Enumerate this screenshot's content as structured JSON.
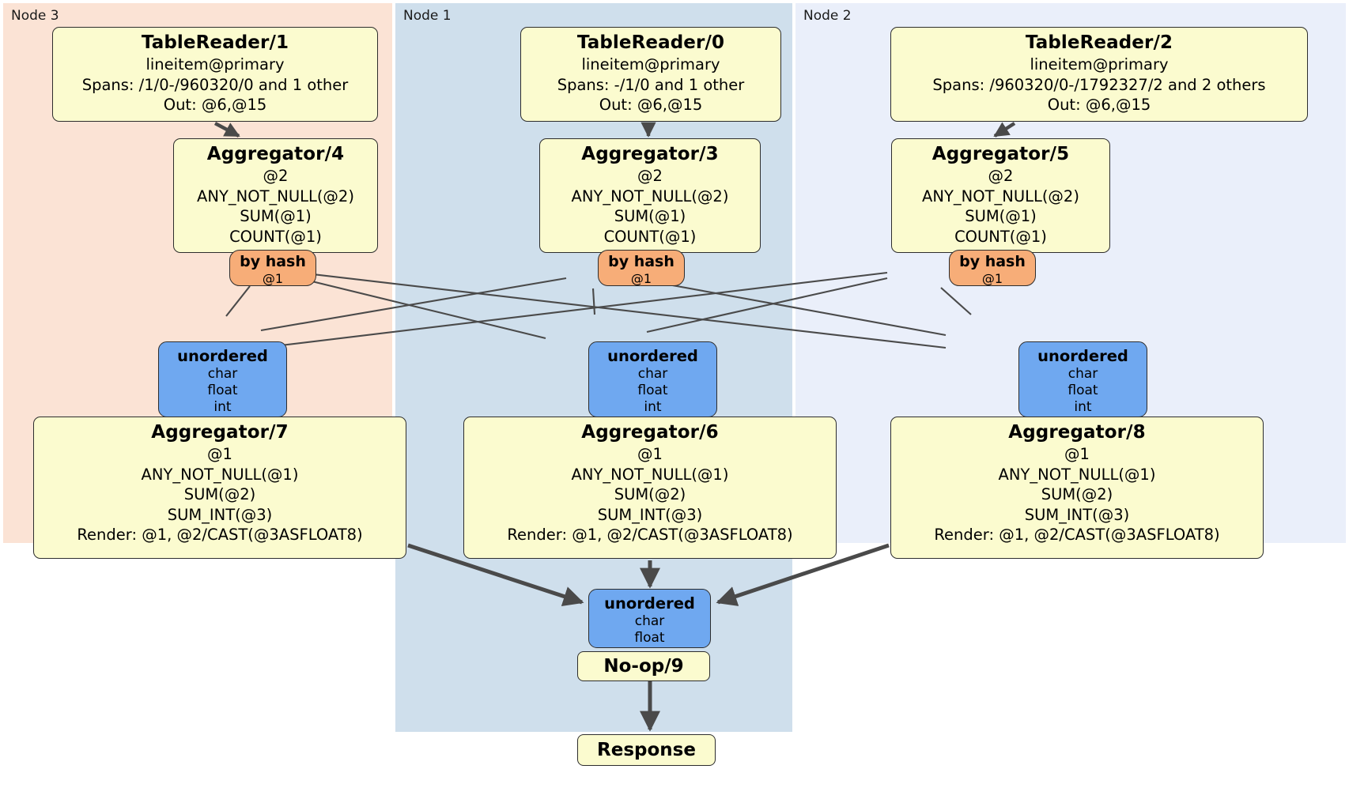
{
  "diagram": {
    "type": "distributed-query-plan",
    "colors": {
      "processor_fill": "#fbfbcf",
      "router_fill": "#f7ad78",
      "synchronizer_fill": "#6fa8f0",
      "node3_panel": "#fbe3d5",
      "node1_panel": "#cfdfec",
      "node2_panel": "#eaeffa",
      "edge": "#4a4a4a",
      "border": "#2d2d2d"
    }
  },
  "panels": [
    {
      "id": "node3",
      "label": "Node 3"
    },
    {
      "id": "node1",
      "label": "Node 1"
    },
    {
      "id": "node2",
      "label": "Node 2"
    }
  ],
  "table_readers": {
    "tr1": {
      "title": "TableReader/1",
      "table": "lineitem@primary",
      "spans": "Spans: /1/0-/960320/0 and 1 other",
      "out": "Out: @6,@15"
    },
    "tr0": {
      "title": "TableReader/0",
      "table": "lineitem@primary",
      "spans": "Spans: -/1/0 and 1 other",
      "out": "Out: @6,@15"
    },
    "tr2": {
      "title": "TableReader/2",
      "table": "lineitem@primary",
      "spans": "Spans: /960320/0-/1792327/2 and 2 others",
      "out": "Out: @6,@15"
    }
  },
  "aggregators_upper": {
    "agg4": {
      "title": "Aggregator/4",
      "group": "@2",
      "f1": "ANY_NOT_NULL(@2)",
      "f2": "SUM(@1)",
      "f3": "COUNT(@1)"
    },
    "agg3": {
      "title": "Aggregator/3",
      "group": "@2",
      "f1": "ANY_NOT_NULL(@2)",
      "f2": "SUM(@1)",
      "f3": "COUNT(@1)"
    },
    "agg5": {
      "title": "Aggregator/5",
      "group": "@2",
      "f1": "ANY_NOT_NULL(@2)",
      "f2": "SUM(@1)",
      "f3": "COUNT(@1)"
    }
  },
  "routers": {
    "r4": {
      "title": "by hash",
      "key": "@1"
    },
    "r3": {
      "title": "by hash",
      "key": "@1"
    },
    "r5": {
      "title": "by hash",
      "key": "@1"
    }
  },
  "synchronizers_mid": {
    "s7": {
      "title": "unordered",
      "t1": "char",
      "t2": "float",
      "t3": "int"
    },
    "s6": {
      "title": "unordered",
      "t1": "char",
      "t2": "float",
      "t3": "int"
    },
    "s8": {
      "title": "unordered",
      "t1": "char",
      "t2": "float",
      "t3": "int"
    }
  },
  "aggregators_lower": {
    "agg7": {
      "title": "Aggregator/7",
      "group": "@1",
      "f1": "ANY_NOT_NULL(@1)",
      "f2": "SUM(@2)",
      "f3": "SUM_INT(@3)",
      "render": "Render: @1, @2/CAST(@3ASFLOAT8)"
    },
    "agg6": {
      "title": "Aggregator/6",
      "group": "@1",
      "f1": "ANY_NOT_NULL(@1)",
      "f2": "SUM(@2)",
      "f3": "SUM_INT(@3)",
      "render": "Render: @1, @2/CAST(@3ASFLOAT8)"
    },
    "agg8": {
      "title": "Aggregator/8",
      "group": "@1",
      "f1": "ANY_NOT_NULL(@1)",
      "f2": "SUM(@2)",
      "f3": "SUM_INT(@3)",
      "render": "Render: @1, @2/CAST(@3ASFLOAT8)"
    }
  },
  "final": {
    "sync_final": {
      "title": "unordered",
      "t1": "char",
      "t2": "float"
    },
    "noop": {
      "title": "No-op/9"
    },
    "response": {
      "title": "Response"
    }
  }
}
